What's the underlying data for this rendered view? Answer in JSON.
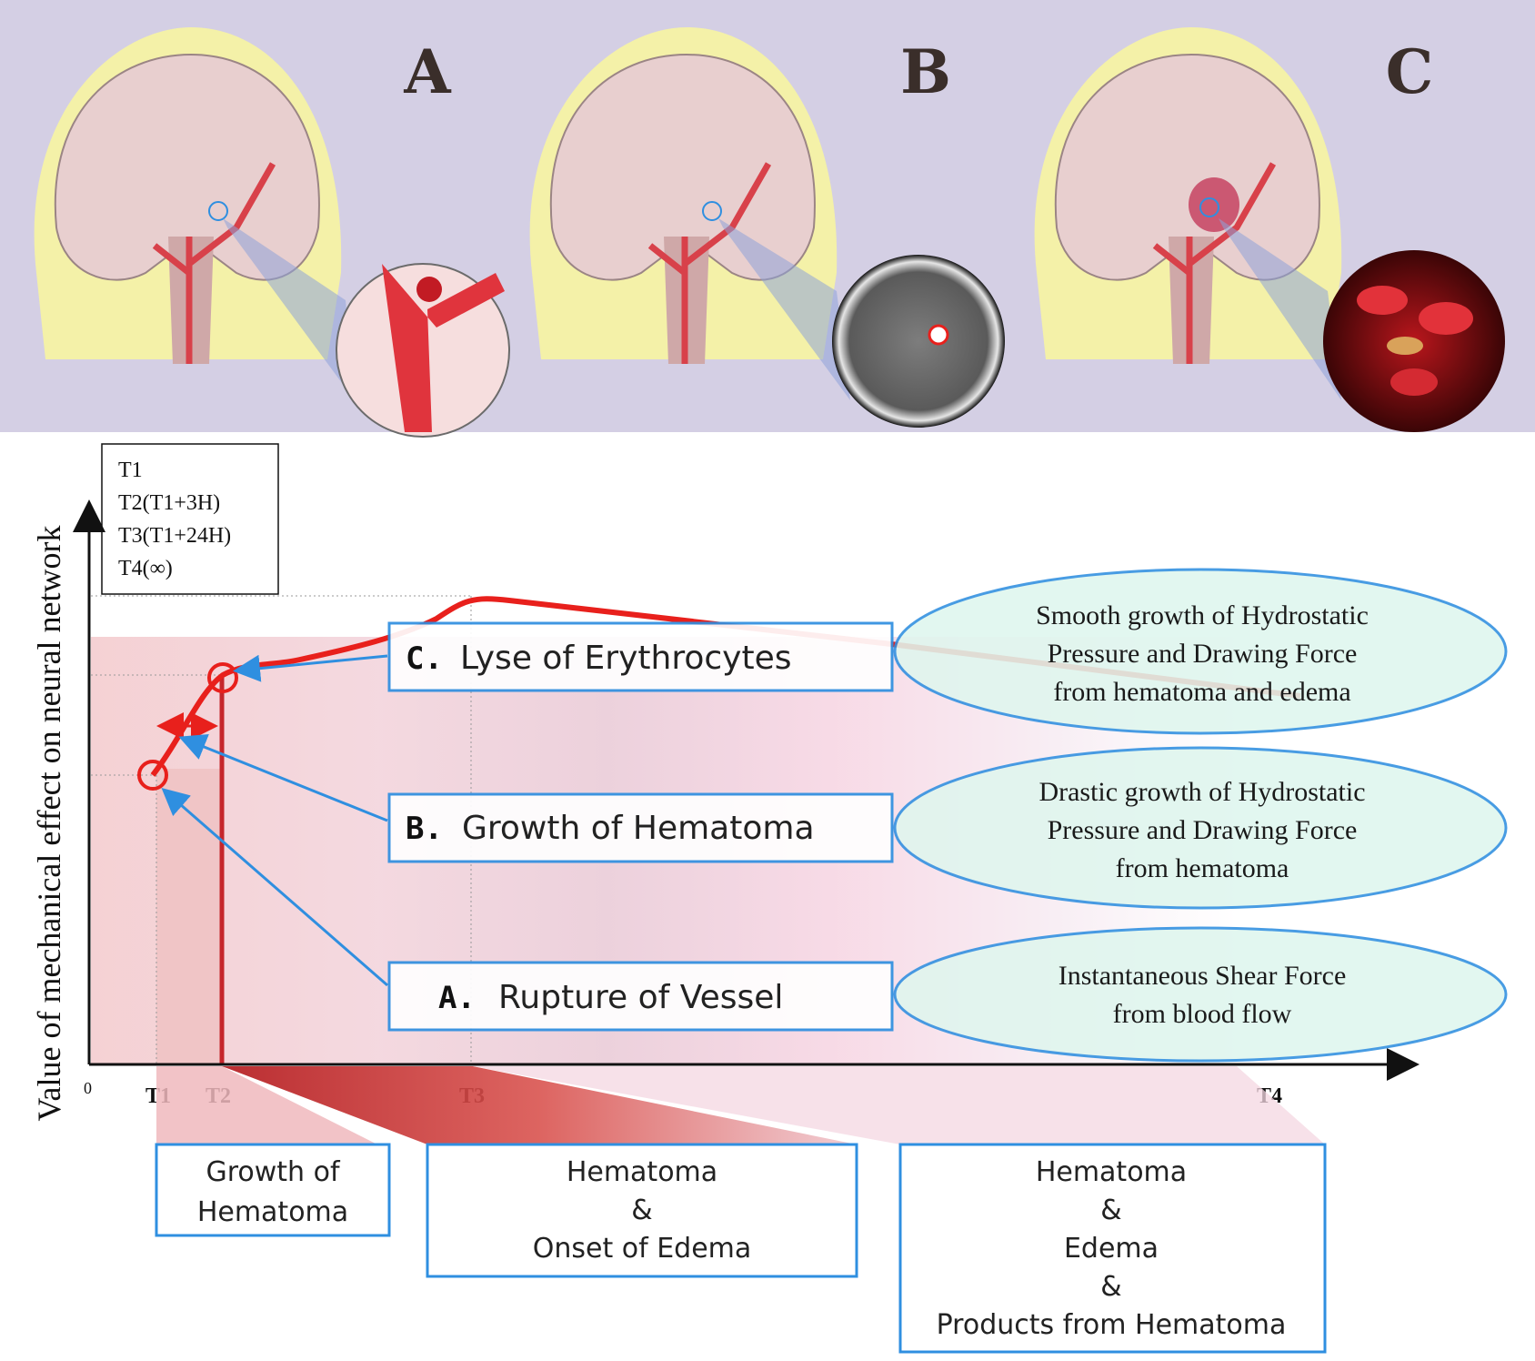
{
  "panels": [
    {
      "letter": "A",
      "inset": "ruptured-vessel"
    },
    {
      "letter": "B",
      "inset": "ct-scan"
    },
    {
      "letter": "C",
      "inset": "erythrocytes"
    }
  ],
  "legend": [
    "T1",
    "T2(T1+3H)",
    "T3(T1+24H)",
    "T4(∞)"
  ],
  "axis": {
    "ylabel": "Value of mechanical effect on neural network",
    "origin": "0",
    "ticks": [
      "T1",
      "T2",
      "T3",
      "T4"
    ]
  },
  "stages": [
    {
      "key": "C.",
      "label": "Lyse of Erythrocytes",
      "desc": [
        "Smooth growth of Hydrostatic",
        "Pressure and Drawing Force",
        "from hematoma and edema"
      ]
    },
    {
      "key": "B.",
      "label": "Growth of Hematoma",
      "desc": [
        "Drastic growth of Hydrostatic",
        "Pressure and Drawing Force",
        "from hematoma"
      ]
    },
    {
      "key": "A.",
      "label": "Rupture of Vessel",
      "desc": [
        "Instantaneous Shear Force",
        "from blood flow"
      ]
    }
  ],
  "phases": [
    {
      "lines": [
        "Growth of",
        "Hematoma"
      ]
    },
    {
      "lines": [
        "Hematoma",
        "&",
        "Onset of Edema"
      ]
    },
    {
      "lines": [
        "Hematoma",
        "&",
        "Edema",
        "&",
        "Products from Hematoma"
      ]
    }
  ],
  "colors": {
    "top_bg": "#d4cfe4",
    "curve": "#e8201c",
    "arrow": "#2f8fe0",
    "box_border": "#2f8fe0",
    "ellipse_fill": "#dff6ee",
    "ellipse_border": "#2f8fe0"
  }
}
